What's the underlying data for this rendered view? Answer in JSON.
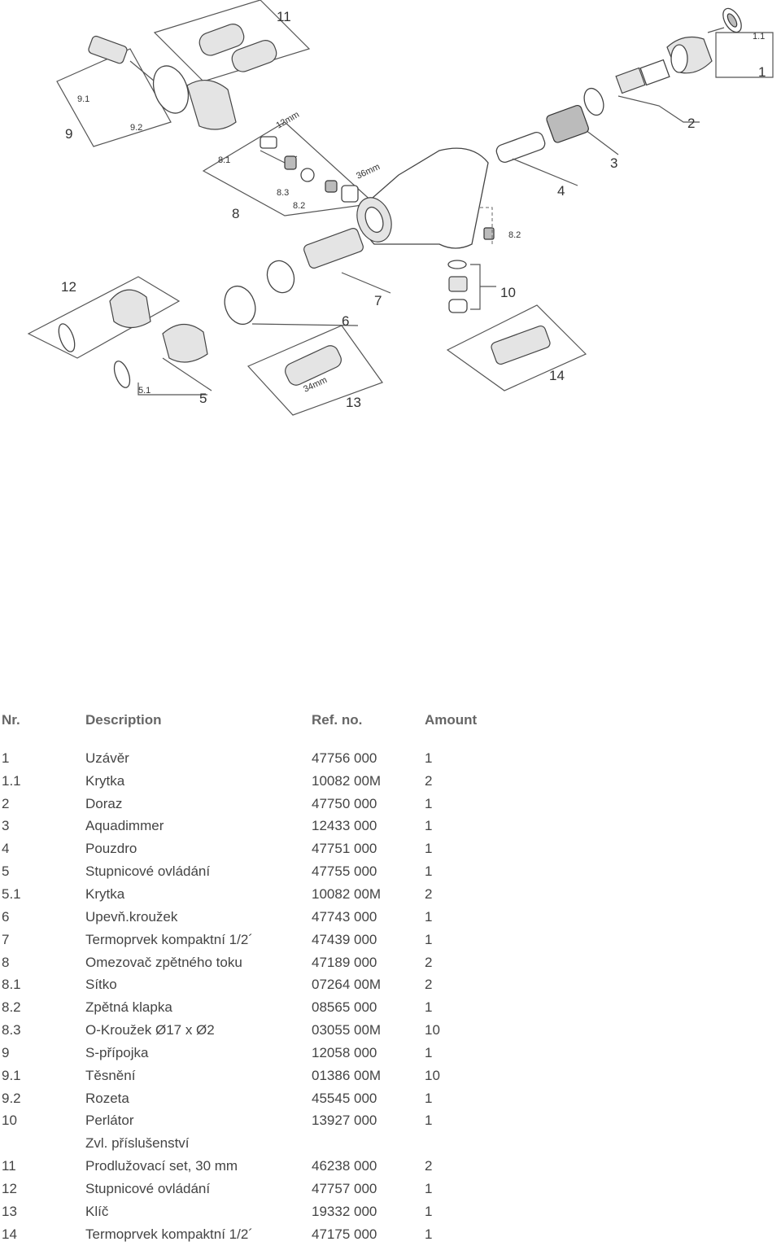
{
  "diagram": {
    "callouts": [
      "11",
      "1.1",
      "1",
      "2",
      "3",
      "4",
      "9.1",
      "9",
      "9.2",
      "8.1",
      "8.3",
      "8.2",
      "8",
      "8.2",
      "10",
      "7",
      "6",
      "12",
      "5.1",
      "5",
      "13",
      "14"
    ],
    "dimensions": [
      "12mm",
      "36mm",
      "34mm"
    ]
  },
  "table": {
    "headers": {
      "nr": "Nr.",
      "description": "Description",
      "ref": "Ref. no.",
      "amount": "Amount"
    },
    "rows": [
      {
        "nr": "1",
        "description": "Uzávěr",
        "ref": "47756 000",
        "amount": "1"
      },
      {
        "nr": "1.1",
        "description": "Krytka",
        "ref": "10082 00M",
        "amount": "2"
      },
      {
        "nr": "2",
        "description": "Doraz",
        "ref": "47750 000",
        "amount": "1"
      },
      {
        "nr": "3",
        "description": "Aquadimmer",
        "ref": "12433 000",
        "amount": "1"
      },
      {
        "nr": "4",
        "description": "Pouzdro",
        "ref": "47751 000",
        "amount": "1"
      },
      {
        "nr": "5",
        "description": "Stupnicové ovládání",
        "ref": "47755 000",
        "amount": "1"
      },
      {
        "nr": "5.1",
        "description": "Krytka",
        "ref": "10082 00M",
        "amount": "2"
      },
      {
        "nr": "6",
        "description": "Upevň.kroužek",
        "ref": "47743 000",
        "amount": "1"
      },
      {
        "nr": "7",
        "description": "Termoprvek kompaktní 1/2´",
        "ref": "47439 000",
        "amount": "1"
      },
      {
        "nr": "8",
        "description": "Omezovač zpětného toku",
        "ref": "47189 000",
        "amount": "2"
      },
      {
        "nr": "8.1",
        "description": "Sítko",
        "ref": "07264 00M",
        "amount": "2"
      },
      {
        "nr": "8.2",
        "description": "Zpětná klapka",
        "ref": "08565 000",
        "amount": "1"
      },
      {
        "nr": "8.3",
        "description": "O-Kroužek Ø17 x Ø2",
        "ref": "03055 00M",
        "amount": "10"
      },
      {
        "nr": "9",
        "description": "S-přípojka",
        "ref": "12058 000",
        "amount": "1"
      },
      {
        "nr": "9.1",
        "description": "Těsnění",
        "ref": "01386 00M",
        "amount": "10"
      },
      {
        "nr": "9.2",
        "description": "Rozeta",
        "ref": "45545 000",
        "amount": "1"
      },
      {
        "nr": "10",
        "description": "Perlátor",
        "ref": "13927 000",
        "amount": "1"
      },
      {
        "nr": "",
        "description": "Zvl. příslušenství",
        "ref": "",
        "amount": ""
      },
      {
        "nr": "11",
        "description": "Prodlužovací set, 30 mm",
        "ref": "46238 000",
        "amount": "2"
      },
      {
        "nr": "12",
        "description": "Stupnicové ovládání",
        "ref": "47757 000",
        "amount": "1"
      },
      {
        "nr": "13",
        "description": "Klíč",
        "ref": "19332 000",
        "amount": "1"
      },
      {
        "nr": "14",
        "description": "Termoprvek kompaktní 1/2´",
        "ref": "47175 000",
        "amount": "1"
      }
    ]
  }
}
